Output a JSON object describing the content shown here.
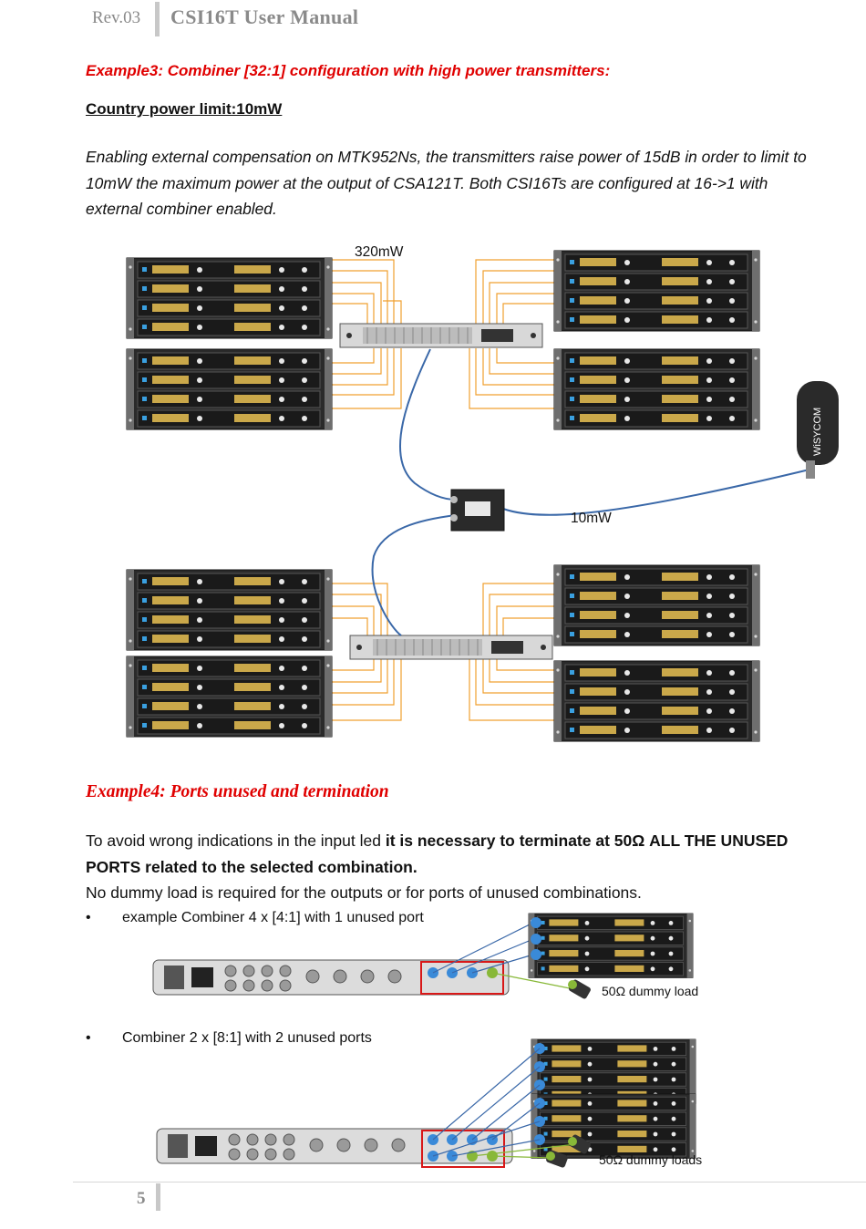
{
  "header": {
    "revision": "Rev.03",
    "title": "CSI16T  User Manual"
  },
  "example3": {
    "heading": "Example3: Combiner [32:1] configuration with high power transmitters:",
    "subheading": "Country power limit:10mW",
    "body": "Enabling external compensation on MTK952Ns, the transmitters raise power of 15dB in order to limit to 10mW the maximum power at the output of CSA121T. Both CSI16Ts  are configured at 16->1  with external combiner enabled.",
    "diagram": {
      "label_high_power": "320mW",
      "label_low_power": "10mW",
      "antenna_brand": "WiSYCOM"
    }
  },
  "example4": {
    "heading": "Example4: Ports unused and termination",
    "body_lead": "To avoid wrong indications in the input led ",
    "body_bold": "it is necessary to terminate at 50Ω ALL THE UNUSED PORTS related to the selected combination.",
    "body_tail": "No dummy load is required for the outputs or for ports of unused combinations.",
    "bullets": [
      {
        "marker": "•",
        "text": "example Combiner 4 x [4:1] with 1 unused port",
        "callout": "50Ω dummy load"
      },
      {
        "marker": "•",
        "text": "Combiner 2 x [8:1] with 2 unused ports",
        "callout": "50Ω dummy loads"
      }
    ]
  },
  "footer": {
    "page_number": "5"
  },
  "colors": {
    "heading_red": "#e00000",
    "cable_orange": "#f0a030",
    "cable_blue": "#3a68a8",
    "highlight_red": "#d81818",
    "dummy_green": "#88b838"
  }
}
